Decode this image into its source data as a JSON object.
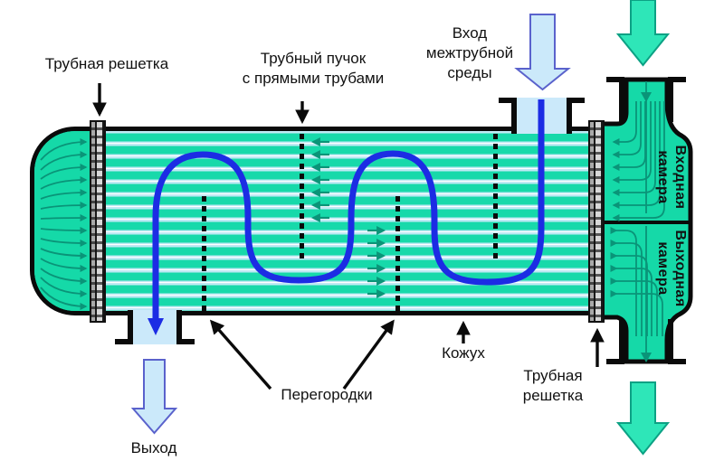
{
  "diagram": {
    "title": "shell-and-tube-heat-exchanger-schematic",
    "labels": {
      "tube_sheet_left": "Трубная решетка",
      "tube_bundle_line1": "Трубный пучок",
      "tube_bundle_line2": "с прямыми трубами",
      "shell_inlet_line1": "Вход",
      "shell_inlet_line2": "межтрубной",
      "shell_inlet_line3": "среды",
      "inlet_chamber_line1": "Входная",
      "inlet_chamber_line2": "камера",
      "outlet_chamber_line1": "Выходная",
      "outlet_chamber_line2": "камера",
      "shell": "Кожух",
      "baffles": "Перегородки",
      "tube_sheet_right_line1": "Трубная",
      "tube_sheet_right_line2": "решетка",
      "outlet": "Выход"
    },
    "colors": {
      "tube_side_arrow": "#2ee6b8",
      "tube_side_arrow_outline": "#0ca184",
      "shell_side_arrow": "#cbe9fa",
      "shell_side_arrow_outline": "#5a62cc",
      "flow_path_blue": "#1c2ce4",
      "chamber_fill": "#15d9a8",
      "tube_stripe_blue": "#bfe9f4",
      "flow_line_green": "#0a9478",
      "tube_sheet_gray": "#a9a9a9",
      "outline_black": "#0a0a0a"
    }
  }
}
